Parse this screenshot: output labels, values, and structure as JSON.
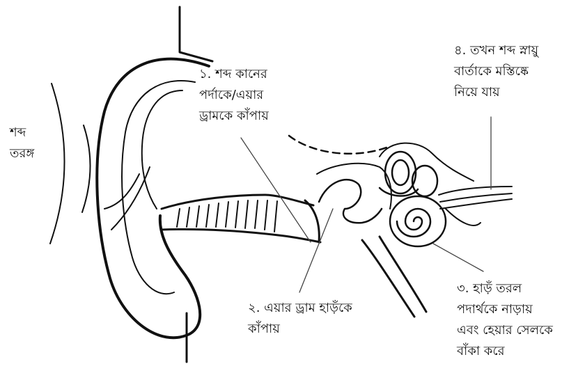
{
  "labels": {
    "sound_wave": [
      "শব্দ",
      "তরঙ্গ"
    ],
    "step1": [
      "১. শব্দ কানের",
      "পর্দাকে/এয়ার",
      "ড্রামকে কাঁপায়"
    ],
    "step2": [
      "২. এয়ার ড্রাম  হাড়ঁকে",
      "কাঁপায়"
    ],
    "step3": [
      "৩. হাড়ঁ তরল",
      "পদার্থকে নাড়ায়",
      "এবং হেয়ার সেলকে",
      "বাঁকা করে"
    ],
    "step4": [
      "৪. তখন শব্দ স্নায়ু",
      "বার্তাকে মস্তিষ্কে",
      "নিয়ে যায়"
    ]
  },
  "colors": {
    "line": "#111111",
    "background": "#ffffff",
    "leader": "#444444"
  }
}
